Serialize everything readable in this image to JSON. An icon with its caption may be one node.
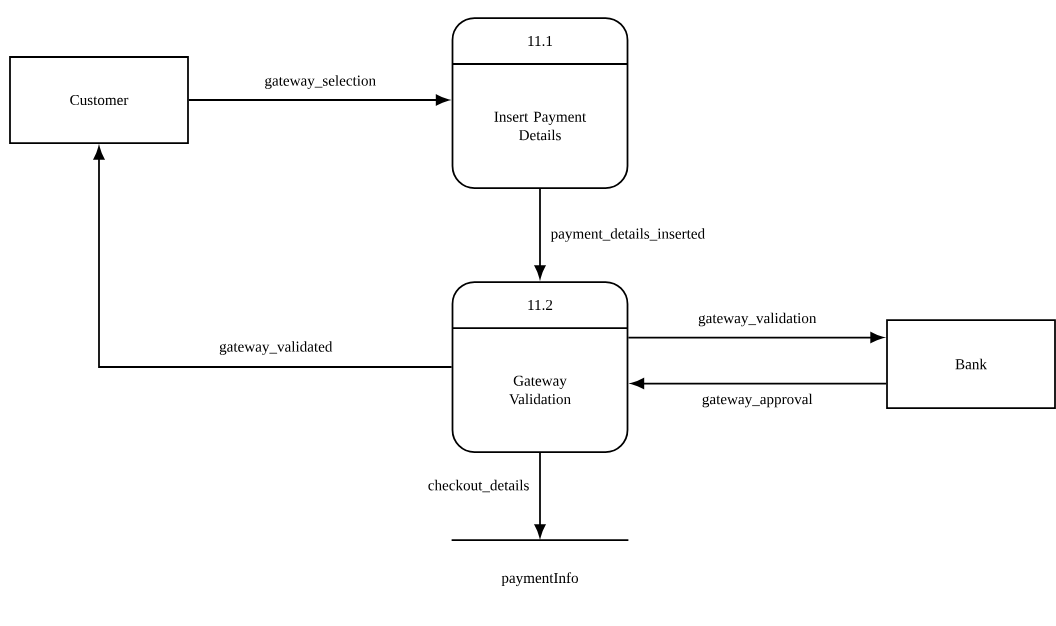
{
  "diagram": {
    "nodes": [
      {
        "text": [
          "Customer"
        ]
      },
      {
        "text": [
          "11.1",
          "Insert Payment Details"
        ]
      },
      {
        "text": [
          "11.2",
          "Gateway Validation"
        ]
      },
      {
        "text": [
          "Bank"
        ]
      },
      {
        "text": [
          "paymentInfo"
        ]
      }
    ],
    "edges": [
      {
        "from": 0,
        "to": 1,
        "arrow": "to",
        "label": "gateway_selection"
      },
      {
        "from": 1,
        "to": 2,
        "arrow": "to",
        "label": "payment_details_inserted"
      },
      {
        "from": 2,
        "to": 0,
        "arrow": "to",
        "label": "gateway_validated"
      },
      {
        "from": 2,
        "to": 3,
        "arrow": "to",
        "label": "gateway_validation"
      },
      {
        "from": 3,
        "to": 2,
        "arrow": "to",
        "label": "gateway_approval"
      },
      {
        "from": 2,
        "to": 4,
        "arrow": "to",
        "label": "checkout_details"
      }
    ]
  }
}
